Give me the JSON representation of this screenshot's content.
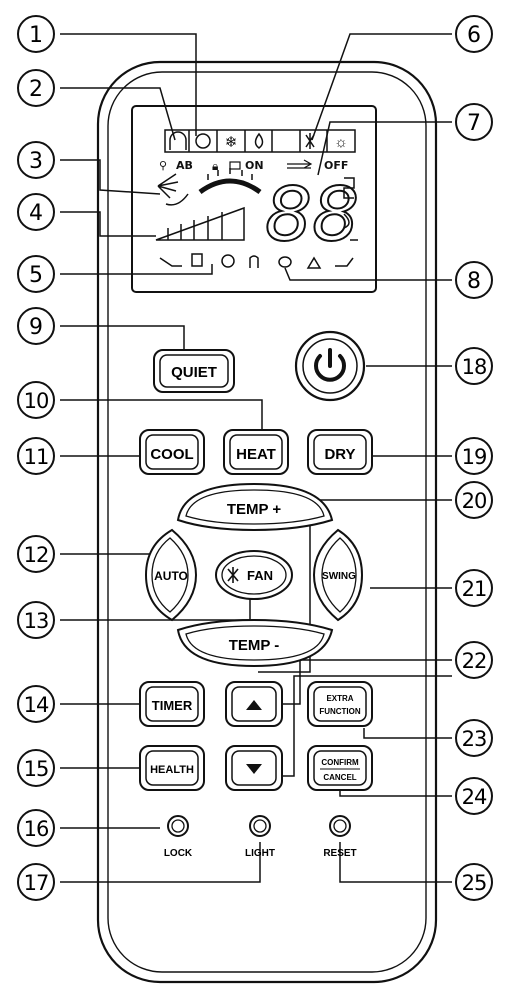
{
  "callouts": {
    "n1": "1",
    "n2": "2",
    "n3": "3",
    "n4": "4",
    "n5": "5",
    "n6": "6",
    "n7": "7",
    "n8": "8",
    "n9": "9",
    "n10": "10",
    "n11": "11",
    "n12": "12",
    "n13": "13",
    "n14": "14",
    "n15": "15",
    "n16": "16",
    "n17": "17",
    "n18": "18",
    "n19": "19",
    "n20": "20",
    "n21": "21",
    "n22": "22",
    "n23": "23",
    "n24": "24",
    "n25": "25"
  },
  "lcd": {
    "ab": "AB",
    "on": "ON",
    "off": "OFF",
    "digits": "88"
  },
  "buttons": {
    "quiet": "QUIET",
    "heat": "HEAT",
    "cool": "COOL",
    "dry": "DRY",
    "temp_up": "TEMP +",
    "temp_down": "TEMP -",
    "auto": "AUTO",
    "fan": "FAN",
    "swing": "SWING",
    "timer": "TIMER",
    "health": "HEALTH",
    "extra_1": "EXTRA",
    "extra_2": "FUNCTION",
    "confirm": "CONFIRM",
    "cancel": "CANCEL"
  },
  "holes": {
    "lock": "LOCK",
    "light": "LIGHT",
    "reset": "RESET"
  }
}
